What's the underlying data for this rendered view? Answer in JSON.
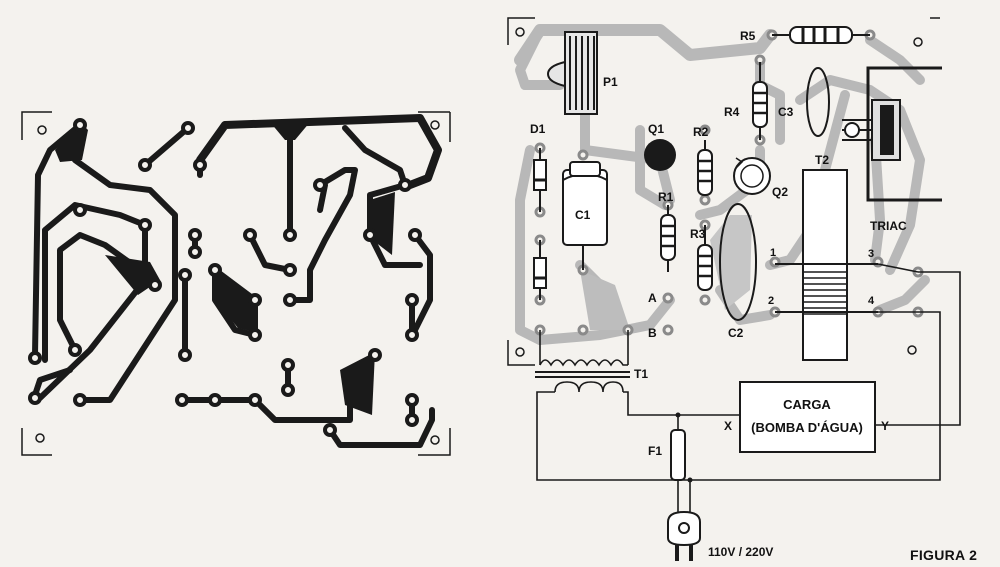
{
  "figure": {
    "caption": "FIGURA 2",
    "supply_label": "110V / 220V"
  },
  "components": {
    "p1": "P1",
    "d1": "D1",
    "c1": "C1",
    "q1": "Q1",
    "r1": "R1",
    "r2": "R2",
    "r3": "R3",
    "r4": "R4",
    "r5": "R5",
    "c2": "C2",
    "c3": "C3",
    "q2": "Q2",
    "t1": "T1",
    "t2": "T2",
    "f1": "F1",
    "triac": "TRIAC"
  },
  "points": {
    "a": "A",
    "b": "B",
    "x": "X",
    "y": "Y",
    "t2_pin1": "1",
    "t2_pin2": "2",
    "t2_pin3": "3",
    "t2_pin4": "4"
  },
  "load": {
    "line1": "CARGA",
    "line2": "(BOMBA D'ÁGUA)"
  }
}
